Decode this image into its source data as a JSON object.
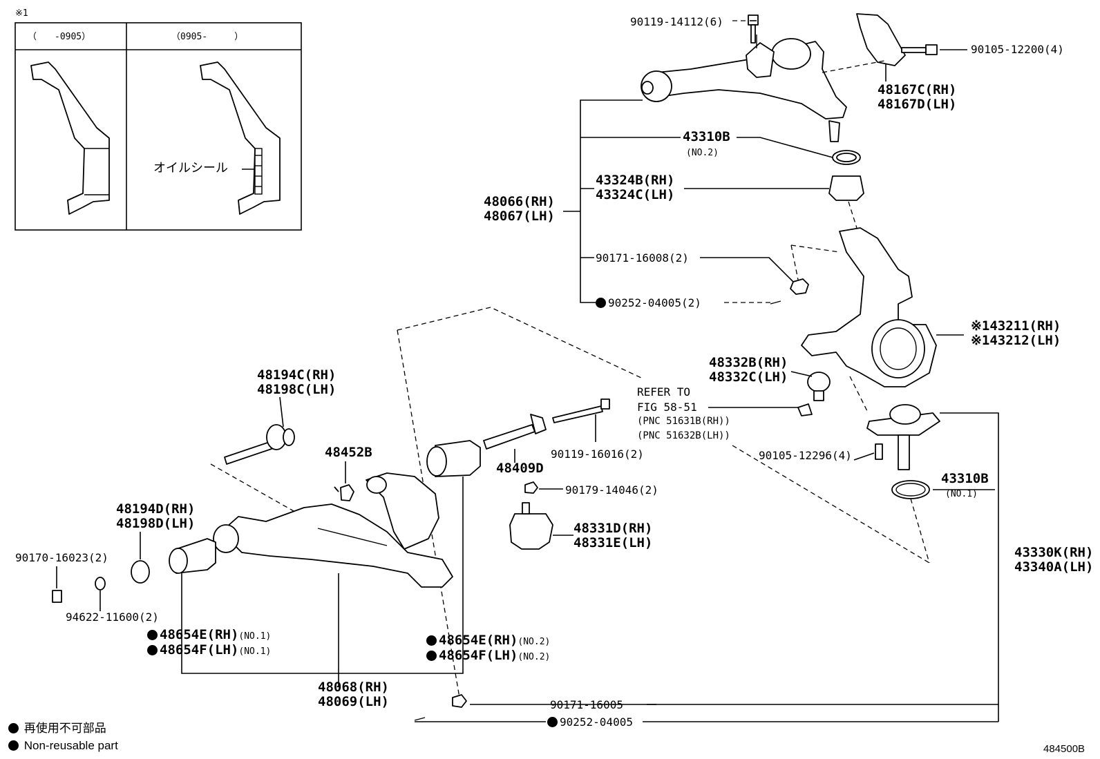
{
  "inset": {
    "note": "※1",
    "col_left": "（　　-0905）",
    "col_right": "（0905-　　　）",
    "oil_seal": "オイルシール"
  },
  "labels": {
    "p90119_14112": "90119-14112(6)",
    "p90105_12200": "90105-12200(4)",
    "p48167_rh": "48167C(RH)",
    "p48167_lh": "48167D(LH)",
    "p43310b_top": "43310B",
    "p43310b_top_no": "(NO.2)",
    "p43324_rh": "43324B(RH)",
    "p43324_lh": "43324C(LH)",
    "p48066_rh": "48066(RH)",
    "p48067_lh": "48067(LH)",
    "p90171_16008": "90171-16008(2)",
    "p90252_04005a": "90252-04005(2)",
    "p43211_rh": "※143211(RH)",
    "p43212_lh": "※143212(LH)",
    "p48332_rh": "48332B(RH)",
    "p48332_lh": "48332C(LH)",
    "refer1": "REFER TO",
    "refer2": "FIG 58-51",
    "refer3": "(PNC 51631B(RH))",
    "refer4": "(PNC 51632B(LH))",
    "p90105_12296": "90105-12296(4)",
    "p43310b_bot": "43310B",
    "p43310b_bot_no": "(NO.1)",
    "p43330_rh": "43330K(RH)",
    "p43340_lh": "43340A(LH)",
    "p48194c_rh": "48194C(RH)",
    "p48198c_lh": "48198C(LH)",
    "p48452b": "48452B",
    "p48409d": "48409D",
    "p90119_16016": "90119-16016(2)",
    "p90179_14046": "90179-14046(2)",
    "p48331_rh": "48331D(RH)",
    "p48331_lh": "48331E(LH)",
    "p48194d_rh": "48194D(RH)",
    "p48198d_lh": "48198D(LH)",
    "p90170_16023": "90170-16023(2)",
    "p94622_11600": "94622-11600(2)",
    "p48654e_no1": "48654E(RH)",
    "p48654f_no1": "48654F(LH)",
    "no1": "(NO.1)",
    "p48654e_no2": "48654E(RH)",
    "p48654f_no2": "48654F(LH)",
    "no2": "(NO.2)",
    "p48068_rh": "48068(RH)",
    "p48069_lh": "48069(LH)",
    "p90171_16005": "90171-16005",
    "p90252_04005b": "90252-04005"
  },
  "legend": {
    "jp": "再使用不可部品",
    "en": "Non-reusable part"
  },
  "figure_code": "484500B"
}
